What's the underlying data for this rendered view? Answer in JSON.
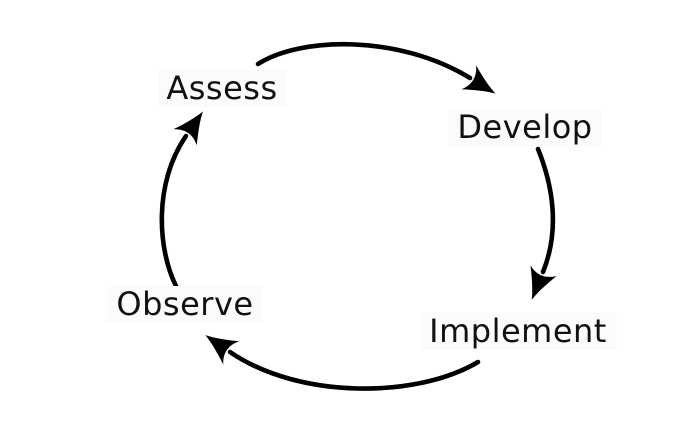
{
  "diagram": {
    "type": "cycle",
    "nodes": [
      {
        "id": "assess",
        "label": "Assess"
      },
      {
        "id": "develop",
        "label": "Develop"
      },
      {
        "id": "implement",
        "label": "Implement"
      },
      {
        "id": "observe",
        "label": "Observe"
      }
    ],
    "edges": [
      {
        "from": "assess",
        "to": "develop",
        "direction": "clockwise"
      },
      {
        "from": "develop",
        "to": "implement",
        "direction": "clockwise"
      },
      {
        "from": "implement",
        "to": "observe",
        "direction": "clockwise"
      },
      {
        "from": "observe",
        "to": "assess",
        "direction": "clockwise"
      }
    ],
    "colors": {
      "line": "#000000",
      "text": "#111111",
      "background": "#ffffff",
      "label_background": "#fbfbfb"
    },
    "stroke_width": "4.6"
  }
}
